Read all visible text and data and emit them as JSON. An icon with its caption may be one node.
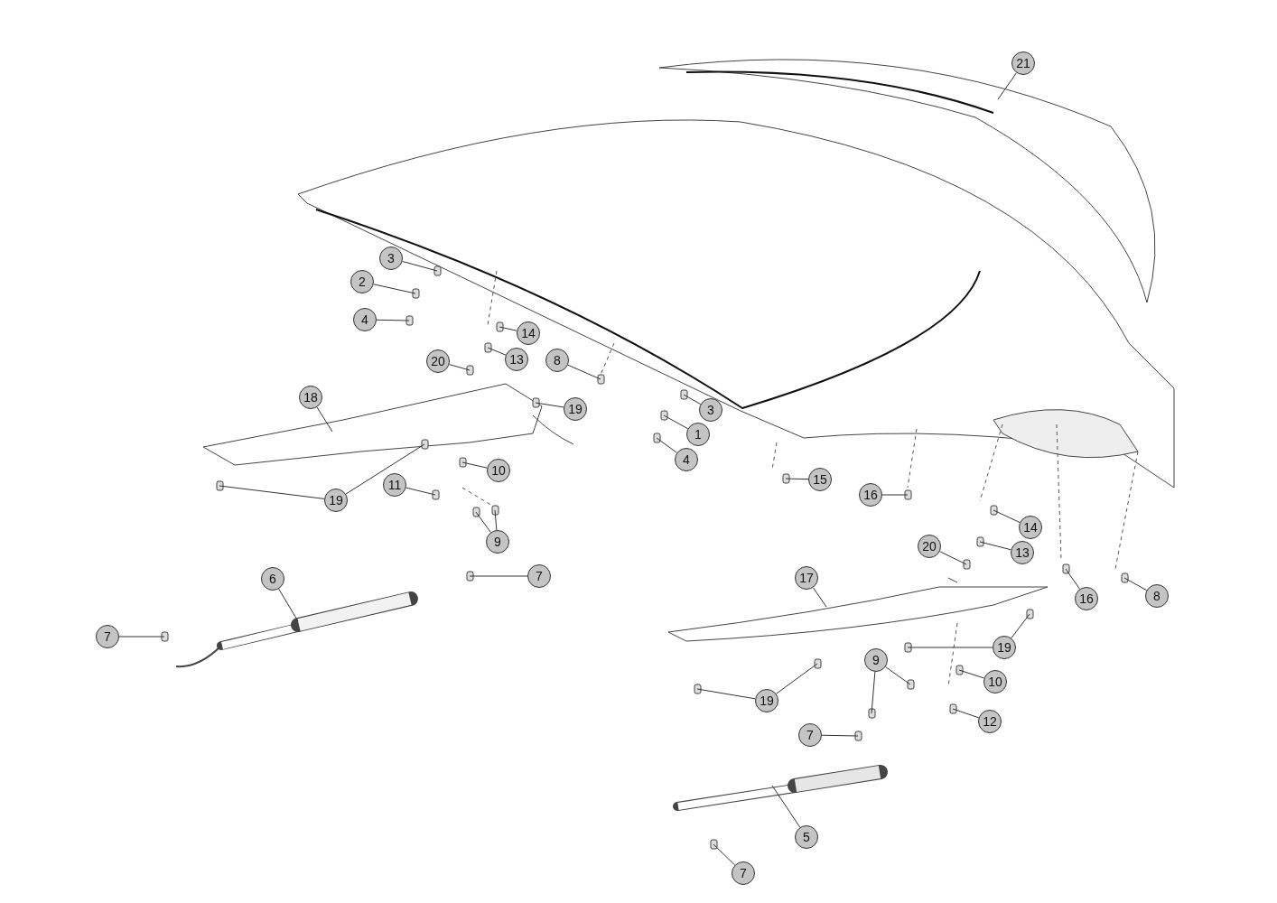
{
  "diagram": {
    "nodes": [
      {
        "text": [
          "21"
        ]
      },
      {
        "text": [
          "3"
        ]
      },
      {
        "text": [
          "2"
        ]
      },
      {
        "text": [
          "4"
        ]
      },
      {
        "text": [
          "14"
        ]
      },
      {
        "text": [
          "13"
        ]
      },
      {
        "text": [
          "20"
        ]
      },
      {
        "text": [
          "8"
        ]
      },
      {
        "text": [
          "18"
        ]
      },
      {
        "text": [
          "19"
        ]
      },
      {
        "text": [
          "3"
        ]
      },
      {
        "text": [
          "1"
        ]
      },
      {
        "text": [
          "4"
        ]
      },
      {
        "text": [
          "10"
        ]
      },
      {
        "text": [
          "15"
        ]
      },
      {
        "text": [
          "11"
        ]
      },
      {
        "text": [
          "16"
        ]
      },
      {
        "text": [
          "19"
        ]
      },
      {
        "text": [
          "14"
        ]
      },
      {
        "text": [
          "9"
        ]
      },
      {
        "text": [
          "20"
        ]
      },
      {
        "text": [
          "13"
        ]
      },
      {
        "text": [
          "7"
        ]
      },
      {
        "text": [
          "6"
        ]
      },
      {
        "text": [
          "17"
        ]
      },
      {
        "text": [
          "16"
        ]
      },
      {
        "text": [
          "8"
        ]
      },
      {
        "text": [
          "7"
        ]
      },
      {
        "text": [
          "19"
        ]
      },
      {
        "text": [
          "9"
        ]
      },
      {
        "text": [
          "10"
        ]
      },
      {
        "text": [
          "19"
        ]
      },
      {
        "text": [
          "12"
        ]
      },
      {
        "text": [
          "7"
        ]
      },
      {
        "text": [
          "5"
        ]
      },
      {
        "text": [
          "7"
        ]
      }
    ],
    "edges": [
      {
        "from": 0,
        "to": null,
        "arrow": "none"
      },
      {
        "from": 1,
        "to": null,
        "arrow": "none"
      },
      {
        "from": 2,
        "to": null,
        "arrow": "none"
      },
      {
        "from": 3,
        "to": null,
        "arrow": "none"
      },
      {
        "from": 4,
        "to": null,
        "arrow": "none"
      },
      {
        "from": 5,
        "to": null,
        "arrow": "none"
      },
      {
        "from": 6,
        "to": null,
        "arrow": "none"
      },
      {
        "from": 7,
        "to": null,
        "arrow": "none"
      },
      {
        "from": 8,
        "to": null,
        "arrow": "none"
      },
      {
        "from": 9,
        "to": null,
        "arrow": "none"
      },
      {
        "from": 10,
        "to": null,
        "arrow": "none"
      },
      {
        "from": 11,
        "to": null,
        "arrow": "none"
      },
      {
        "from": 12,
        "to": null,
        "arrow": "none"
      },
      {
        "from": 13,
        "to": null,
        "arrow": "none"
      },
      {
        "from": 14,
        "to": null,
        "arrow": "none"
      },
      {
        "from": 15,
        "to": null,
        "arrow": "none"
      },
      {
        "from": 16,
        "to": null,
        "arrow": "none"
      },
      {
        "from": 17,
        "to": null,
        "arrow": "none"
      },
      {
        "from": 17,
        "to": null,
        "arrow": "none"
      },
      {
        "from": 18,
        "to": null,
        "arrow": "none"
      },
      {
        "from": 19,
        "to": null,
        "arrow": "none"
      },
      {
        "from": 19,
        "to": null,
        "arrow": "none"
      },
      {
        "from": 20,
        "to": null,
        "arrow": "none"
      },
      {
        "from": 21,
        "to": null,
        "arrow": "none"
      },
      {
        "from": 22,
        "to": null,
        "arrow": "none"
      },
      {
        "from": 23,
        "to": null,
        "arrow": "none"
      },
      {
        "from": 24,
        "to": null,
        "arrow": "none"
      },
      {
        "from": 25,
        "to": null,
        "arrow": "none"
      },
      {
        "from": 26,
        "to": null,
        "arrow": "none"
      },
      {
        "from": 27,
        "to": null,
        "arrow": "none"
      },
      {
        "from": 28,
        "to": null,
        "arrow": "none"
      },
      {
        "from": 28,
        "to": null,
        "arrow": "none"
      },
      {
        "from": 29,
        "to": null,
        "arrow": "none"
      },
      {
        "from": 29,
        "to": null,
        "arrow": "none"
      },
      {
        "from": 30,
        "to": null,
        "arrow": "none"
      },
      {
        "from": 31,
        "to": null,
        "arrow": "none"
      },
      {
        "from": 31,
        "to": null,
        "arrow": "none"
      },
      {
        "from": 32,
        "to": null,
        "arrow": "none"
      },
      {
        "from": 33,
        "to": null,
        "arrow": "none"
      },
      {
        "from": 34,
        "to": null,
        "arrow": "none"
      },
      {
        "from": 35,
        "to": null,
        "arrow": "none"
      }
    ]
  }
}
